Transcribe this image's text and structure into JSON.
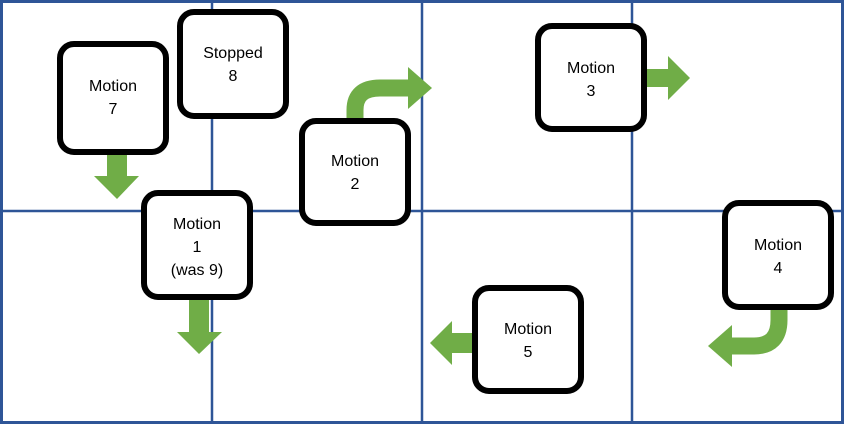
{
  "colors": {
    "grid": "#2e5597",
    "arrow": "#70ad47",
    "box_border": "#000000",
    "box_fill": "#ffffff"
  },
  "boxes": [
    {
      "id": "motion-7",
      "lines": [
        "Motion",
        "7"
      ]
    },
    {
      "id": "stopped-8",
      "lines": [
        "Stopped",
        "8"
      ]
    },
    {
      "id": "motion-2",
      "lines": [
        "Motion",
        "2"
      ]
    },
    {
      "id": "motion-3",
      "lines": [
        "Motion",
        "3"
      ]
    },
    {
      "id": "motion-1",
      "lines": [
        "Motion",
        "1",
        "(was 9)"
      ]
    },
    {
      "id": "motion-4",
      "lines": [
        "Motion",
        "4"
      ]
    },
    {
      "id": "motion-5",
      "lines": [
        "Motion",
        "5"
      ]
    }
  ],
  "arrows": [
    {
      "id": "arrow-motion-7",
      "direction": "down"
    },
    {
      "id": "arrow-motion-2",
      "direction": "up-then-right"
    },
    {
      "id": "arrow-motion-3",
      "direction": "right"
    },
    {
      "id": "arrow-motion-1",
      "direction": "down"
    },
    {
      "id": "arrow-motion-4",
      "direction": "down-then-left"
    },
    {
      "id": "arrow-motion-5",
      "direction": "left"
    }
  ]
}
